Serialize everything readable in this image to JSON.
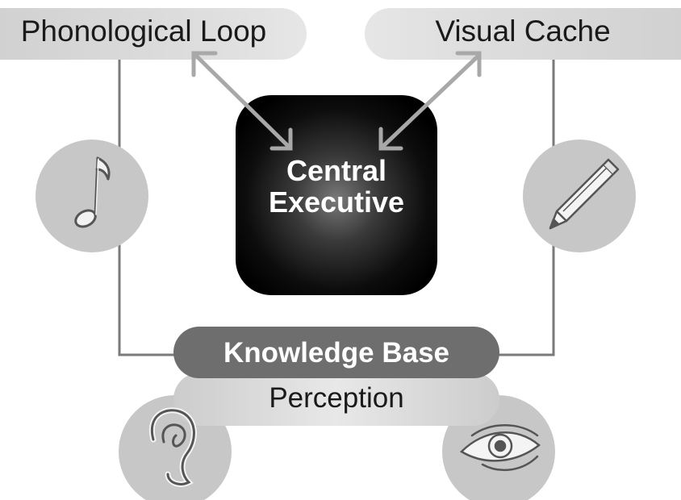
{
  "diagram": {
    "phonological_loop": "Phonological Loop",
    "visual_cache": "Visual Cache",
    "central_executive": [
      "Central",
      "Executive"
    ],
    "knowledge_base": "Knowledge Base",
    "perception": "Perception"
  },
  "icons": {
    "music": "music-note-icon",
    "pencil": "pencil-icon",
    "ear": "ear-icon",
    "eye": "eye-icon"
  },
  "colors": {
    "pill_light": "#d9d9d9",
    "pill_dark": "#6e6e6e",
    "circle": "#c7c7c7",
    "line": "#7a7a7a",
    "arrow": "#a8a8a8",
    "center_dark": "#000000"
  }
}
